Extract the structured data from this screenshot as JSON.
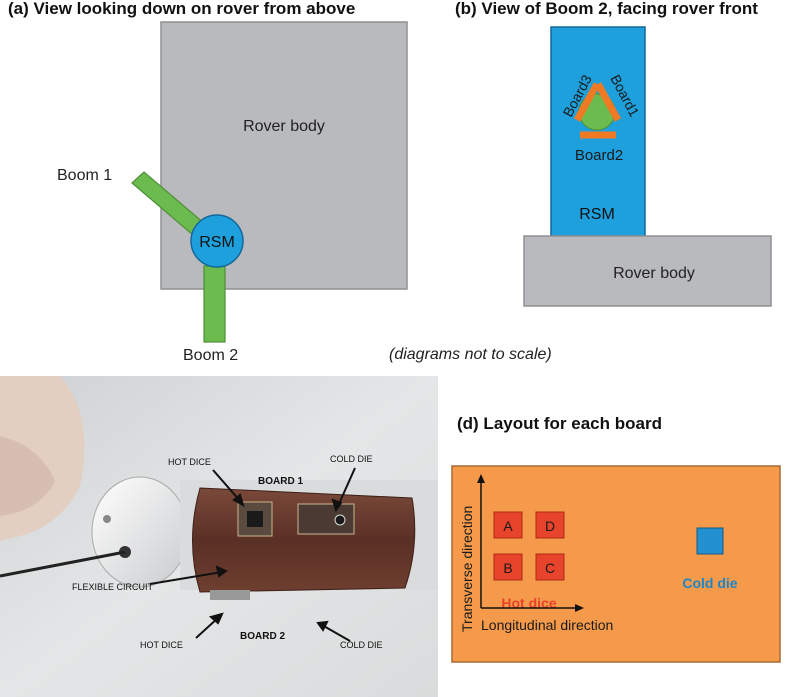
{
  "panel_a": {
    "title": "(a) View looking down on rover from above",
    "rover_body": "Rover body",
    "rsm": "RSM",
    "boom1": "Boom 1",
    "boom2": "Boom 2"
  },
  "panel_b": {
    "title": "(b) View of Boom 2, facing rover front",
    "board1": "Board1",
    "board2": "Board2",
    "board3": "Board3",
    "rsm": "RSM",
    "rover_body": "Rover body"
  },
  "note": "(diagrams not to scale)",
  "panel_c": {
    "hot_dice_top": "HOT DICE",
    "board1": "BOARD 1",
    "cold_die_top": "COLD DIE",
    "flexible_circuit": "FLEXIBLE CIRCUIT",
    "hot_dice_bottom": "HOT DICE",
    "board2": "BOARD 2",
    "cold_die_bottom": "COLD DIE"
  },
  "panel_d": {
    "title": "(d) Layout for each board",
    "transverse": "Transverse direction",
    "longitudinal": "Longitudinal direction",
    "hot_dice": "Hot dice",
    "cold_die": "Cold die",
    "die_a": "A",
    "die_b": "B",
    "die_c": "C",
    "die_d": "D"
  },
  "colors": {
    "gray_body": "#b9babd",
    "blue": "#1ea0dc",
    "green": "#6cbb4f",
    "orange": "#f59a4a",
    "hot_red": "#e8432b",
    "board_orange": "#f07a23",
    "cold_blue": "#2391d1"
  }
}
